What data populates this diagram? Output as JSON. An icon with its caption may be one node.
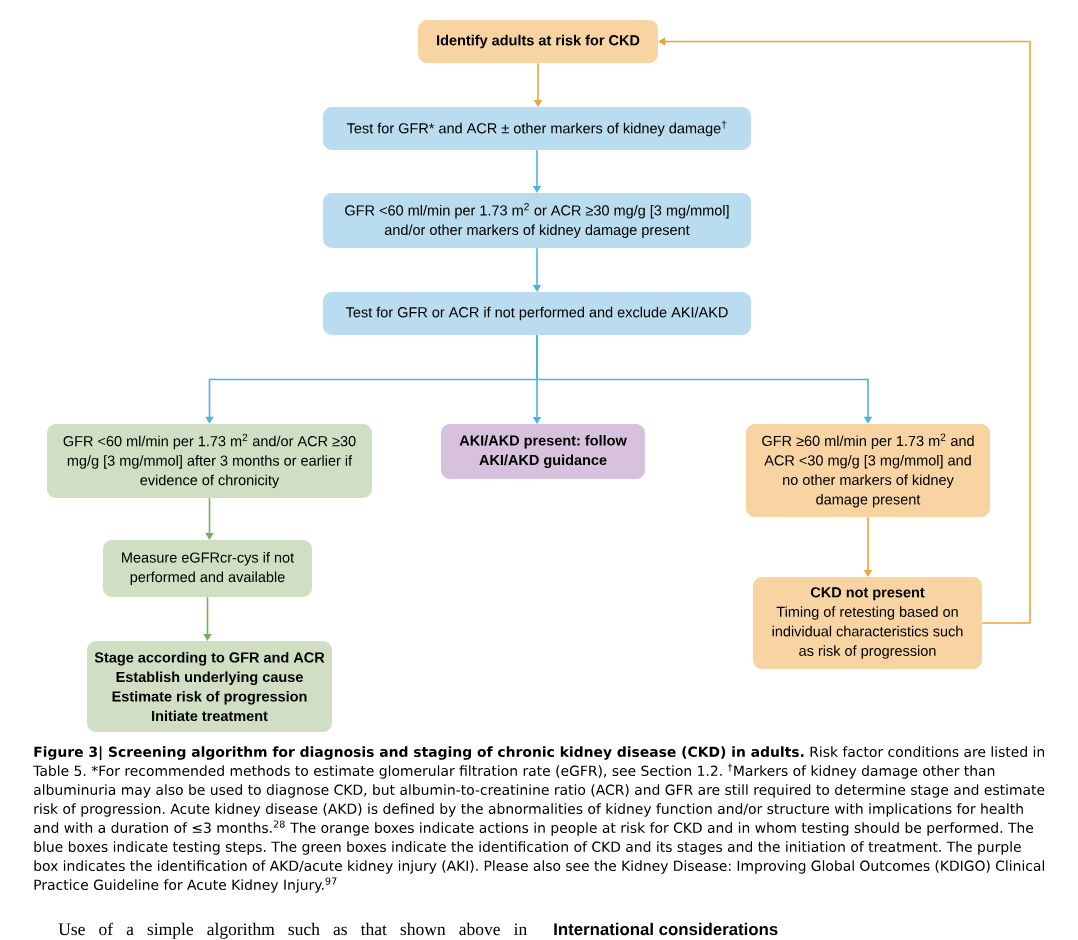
{
  "diagram": {
    "caption": "**Figure 3| Screening algorithm for diagnosis and staging of chronic kidney disease (CKD) in adults.** Risk factor conditions are listed in Table 5. *For recommended methods to estimate glomerular filtration rate (eGFR), see Section 1.2. $^{†}$Markers of kidney damage other than albuminuria may also be used to diagnose CKD, but albumin-to-creatinine ratio (ACR) and GFR are still required to determine stage and estimate risk of progression. Acute kidney disease (AKD) is defined by the abnormalities of kidney function and/or structure with implications for health and with a duration of ≤3 months.$^{28}$ The orange boxes indicate actions in people at risk for CKD and in whom testing should be performed. The blue boxes indicate testing steps. The green boxes indicate the identification of CKD and its stages and the initiation of treatment. The purple box indicates the identification of AKD/acute kidney injury (AKI). Please also see the Kidney Disease: Improving Global Outcomes (KDIGO) Clinical Practice Guideline for Acute Kidney Injury.$^{97}$",
    "nodes": [
      {
        "text": [
          "Identify adults at risk for CKD"
        ]
      },
      {
        "text": [
          "Test for GFR* and ACR ± other markers of kidney damage$^{†}$"
        ]
      },
      {
        "text": [
          "GFR <60 ml/min per 1.73 m$^{2}$ or ACR ≥30 mg/g [3 mg/mmol] and/or other markers of kidney damage present"
        ]
      },
      {
        "text": [
          "Test for GFR or ACR if not performed and exclude AKI/AKD"
        ]
      },
      {
        "text": [
          "GFR <60 ml/min per 1.73 m$^{2}$ and/or ACR ≥30 mg/g [3 mg/mmol] after 3 months or earlier if evidence of chronicity"
        ]
      },
      {
        "text": [
          "AKI/AKD present: follow AKI/AKD guidance"
        ]
      },
      {
        "text": [
          "GFR ≥60 ml/min per 1.73 m$^{2}$ and ACR <30 mg/g [3 mg/mmol] and no other markers of kidney damage present"
        ]
      },
      {
        "text": [
          "Measure eGFRcr-cys if not performed and available"
        ]
      },
      {
        "text": [
          "Stage according to GFR and ACR",
          "Establish underlying cause",
          "Estimate risk of progression",
          "Initiate treatment"
        ]
      },
      {
        "text": [
          "CKD not present",
          "Timing of retesting based on individual characteristics such as risk of progression"
        ]
      }
    ],
    "edges": [
      {
        "from": 0,
        "to": 1,
        "arrow": "to",
        "color": "#f0a33c"
      },
      {
        "from": 1,
        "to": 2,
        "arrow": "to"
      },
      {
        "from": 2,
        "to": 3,
        "arrow": "to"
      },
      {
        "from": 3,
        "to": 4,
        "arrow": "to"
      },
      {
        "from": 3,
        "to": 5,
        "arrow": "to"
      },
      {
        "from": 3,
        "to": 6,
        "arrow": "to"
      },
      {
        "from": 4,
        "to": 7,
        "arrow": "to",
        "color": "#7bae5c"
      },
      {
        "from": 7,
        "to": 8,
        "arrow": "to",
        "color": "#7bae5c"
      },
      {
        "from": 6,
        "to": 9,
        "arrow": "to",
        "color": "#f0a33c"
      },
      {
        "from": 9,
        "to": 0,
        "arrow": "to",
        "color": "#f0a33c"
      }
    ],
    "labels": [
      "Use of a simple algorithm such as that shown above in",
      "International considerations"
    ]
  }
}
